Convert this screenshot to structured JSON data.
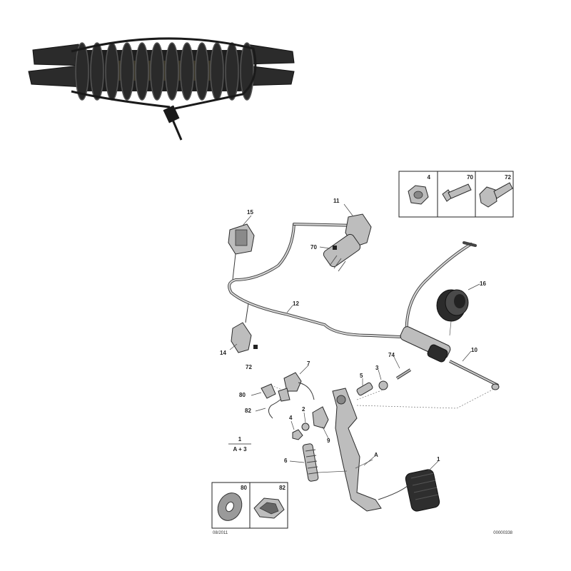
{
  "photo": {
    "icon": "spring-assembly-photo"
  },
  "hardware_box": {
    "labels": [
      "4",
      "70",
      "72"
    ]
  },
  "callouts": {
    "c11": "11",
    "c15": "15",
    "c70": "70",
    "c12": "12",
    "c16": "16",
    "c14": "14",
    "c72": "72",
    "c10": "10",
    "c7": "7",
    "c74": "74",
    "c5": "5",
    "c3": "3",
    "c80": "80",
    "c82": "82",
    "c4": "4",
    "c2": "2",
    "c9": "9",
    "c6": "6",
    "cA": "A",
    "c1": "1"
  },
  "legend": {
    "top": "1",
    "bottom": "A + 3"
  },
  "inset_box": {
    "labels": [
      "80",
      "82"
    ]
  },
  "footer": {
    "left": "08/2011",
    "right": "00000338"
  }
}
